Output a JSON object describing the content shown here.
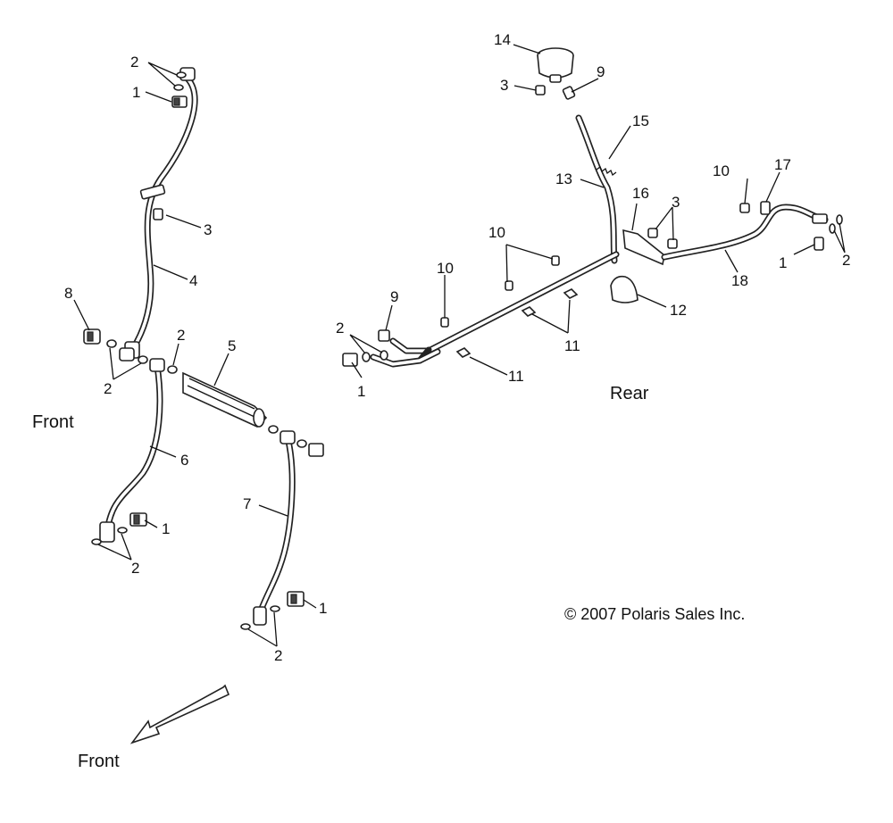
{
  "captions": {
    "front_left": "Front",
    "front_arrow": "Front",
    "rear": "Rear"
  },
  "copyright": "© 2007 Polaris Sales Inc.",
  "callouts": {
    "c2_top": "2",
    "c1_top": "1",
    "c3_left": "3",
    "c4": "4",
    "c8": "8",
    "c2_mid_a": "2",
    "c2_mid_b": "2",
    "c5": "5",
    "c6": "6",
    "c1_left_low": "1",
    "c2_left_low": "2",
    "c7": "7",
    "c1_bottom": "1",
    "c2_bottom": "2",
    "c14": "14",
    "c3_res": "3",
    "c9_res": "9",
    "c15": "15",
    "c13": "13",
    "c16": "16",
    "c3_right": "3",
    "c10_a": "10",
    "c10_b": "10",
    "c10_c": "10",
    "c17": "17",
    "c9_line": "9",
    "c2_line": "2",
    "c1_line": "1",
    "c11_a": "11",
    "c11_b": "11",
    "c12": "12",
    "c18": "18",
    "c1_rear": "1",
    "c2_rear": "2"
  }
}
